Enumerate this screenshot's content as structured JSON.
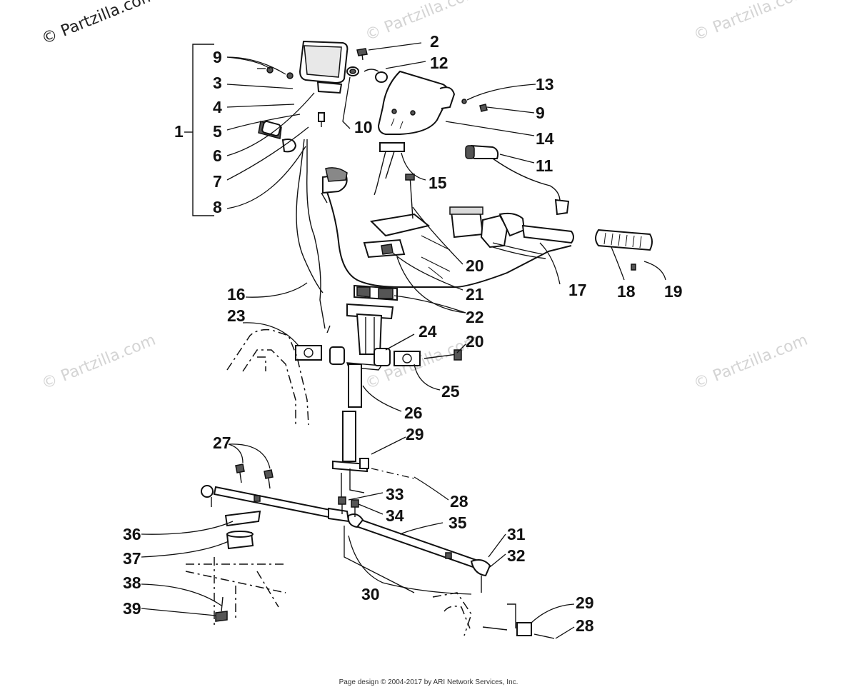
{
  "watermarks": {
    "top_left": "© Partzilla.com",
    "repeat": "© Partzilla.com"
  },
  "callouts": {
    "c1": "1",
    "c2": "2",
    "c3": "3",
    "c4": "4",
    "c5": "5",
    "c6": "6",
    "c7": "7",
    "c8": "8",
    "c9a": "9",
    "c9b": "9",
    "c10": "10",
    "c11": "11",
    "c12": "12",
    "c13": "13",
    "c14": "14",
    "c15": "15",
    "c16": "16",
    "c17": "17",
    "c18": "18",
    "c19": "19",
    "c20a": "20",
    "c20b": "20",
    "c21": "21",
    "c22": "22",
    "c23": "23",
    "c24": "24",
    "c25": "25",
    "c26": "26",
    "c27": "27",
    "c28a": "28",
    "c28b": "28",
    "c29a": "29",
    "c29b": "29",
    "c30": "30",
    "c31": "31",
    "c32": "32",
    "c33": "33",
    "c34": "34",
    "c35": "35",
    "c36": "36",
    "c37": "37",
    "c38": "38",
    "c39": "39"
  },
  "footer": {
    "text": "Page design © 2004-2017 by ARI Network Services, Inc."
  }
}
